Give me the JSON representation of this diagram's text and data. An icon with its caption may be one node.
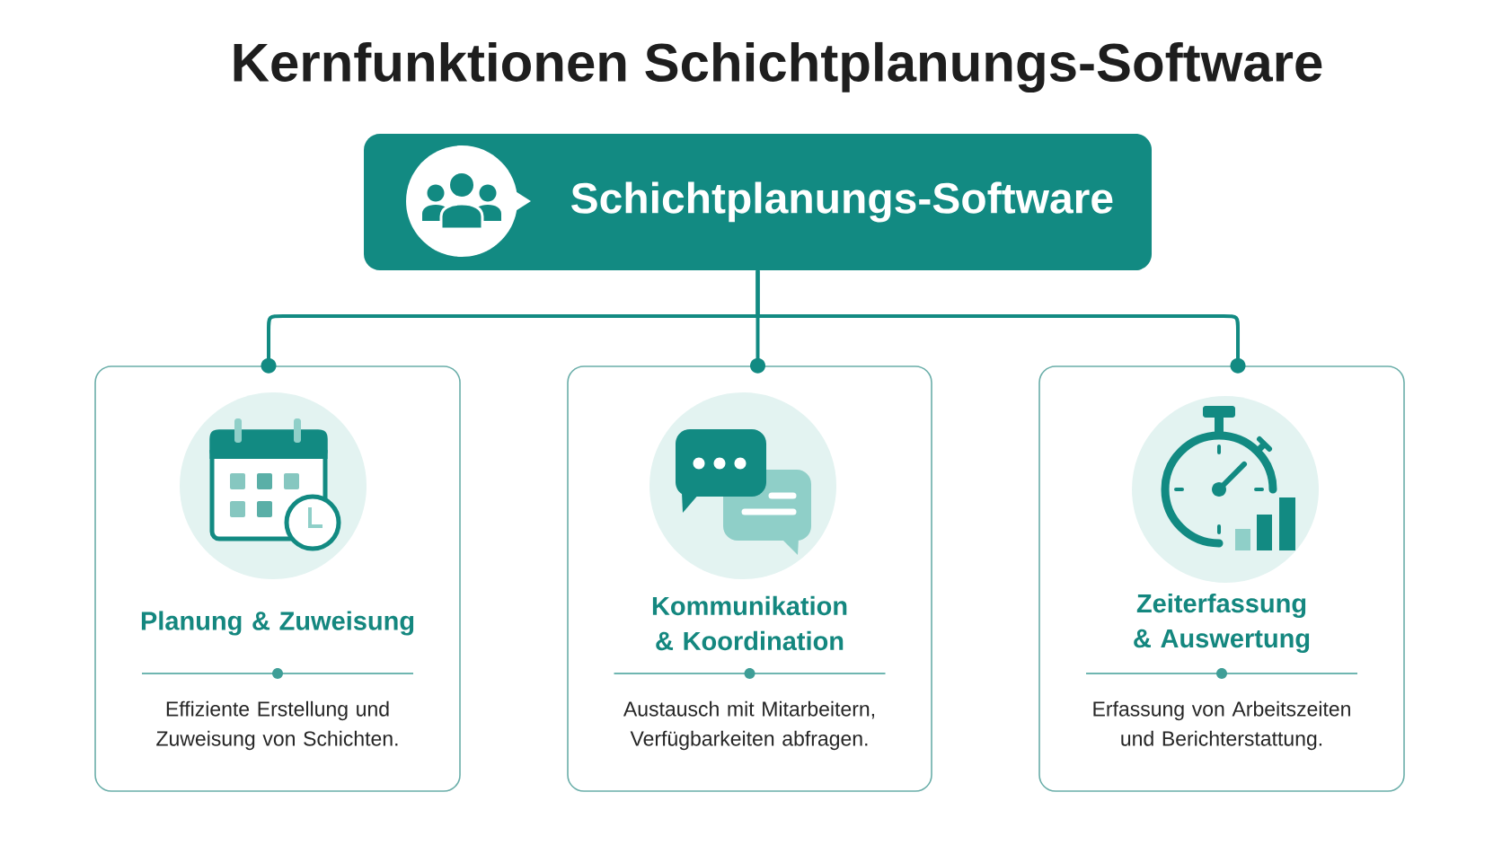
{
  "diagram": {
    "title": "Kernfunktionen Schichtplanungs-Software",
    "nodes": [
      {
        "text": [
          "Schichtplanungs-Software"
        ]
      },
      {
        "text": [
          "Planung & Zuweisung",
          "Effiziente Erstellung und Zuweisung von Schichten."
        ]
      },
      {
        "text": [
          "Kommunikation & Koordination",
          "Austausch mit Mitarbeitern, Verfügbarkeiten abfragen."
        ]
      },
      {
        "text": [
          "Zeiterfassung & Auswertung",
          "Erfassung von Arbeitszeiten und Berichterstattung."
        ]
      }
    ],
    "edges": [
      {
        "from": 0,
        "to": 1,
        "arrow": "other"
      },
      {
        "from": 0,
        "to": 2,
        "arrow": "other"
      },
      {
        "from": 0,
        "to": 3,
        "arrow": "other"
      }
    ]
  }
}
